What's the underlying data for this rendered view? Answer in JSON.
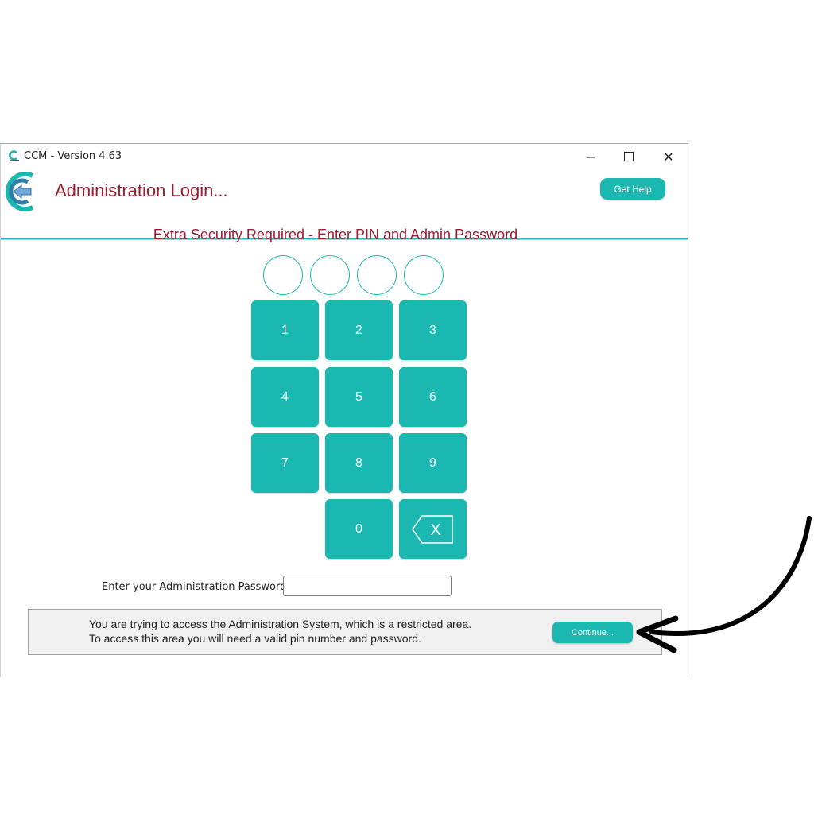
{
  "window": {
    "title": "CCM - Version 4.63",
    "minimize_label": "−",
    "close_label": "✕"
  },
  "header": {
    "title": "Administration Login...",
    "help_label": "Get Help"
  },
  "security": {
    "title": "Extra Security Required - Enter PIN and Admin Password",
    "pin_slots": 4
  },
  "keypad": {
    "keys": [
      "1",
      "2",
      "3",
      "4",
      "5",
      "6",
      "7",
      "8",
      "9",
      "0"
    ],
    "backspace_label": "X"
  },
  "password": {
    "label": "Enter your Administration Password:",
    "value": "",
    "placeholder": ""
  },
  "info": {
    "line1": "You are trying to access the Administration System, which is a restricted area.",
    "line2": "To access this area you will need a valid pin number and password.",
    "continue_label": "Continue..."
  },
  "colors": {
    "accent": "#1ab8b0",
    "title": "#9b1b30"
  }
}
